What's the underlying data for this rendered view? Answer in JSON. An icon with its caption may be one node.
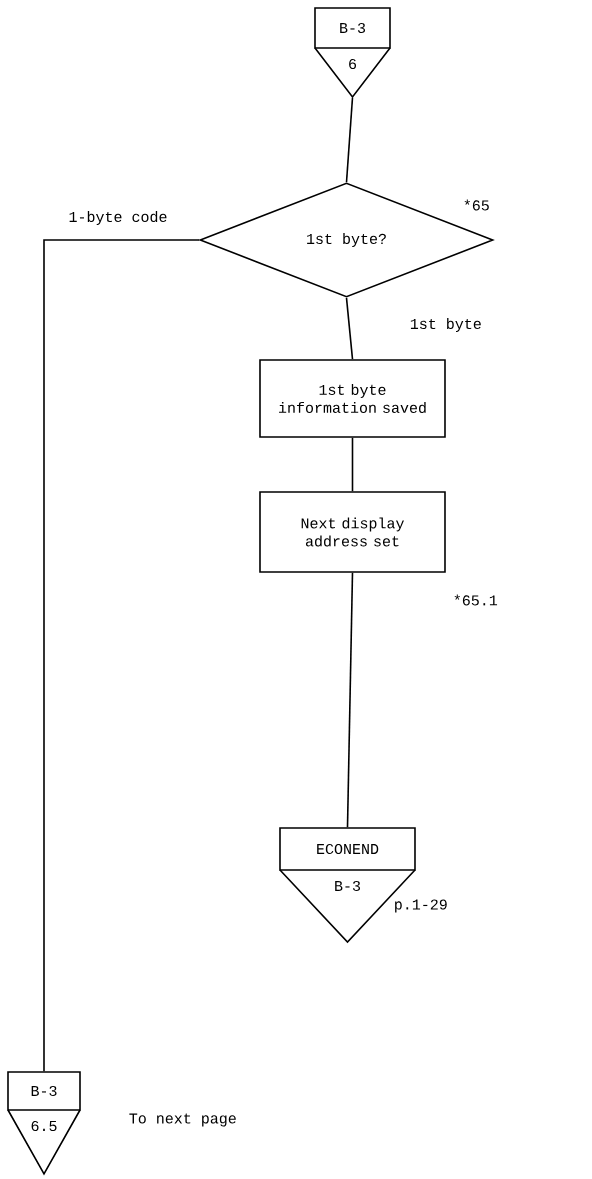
{
  "diagram": {
    "nodes": [
      {
        "text": [
          "B-3",
          "6"
        ]
      },
      {
        "text": [
          "1st byte?"
        ],
        "beside": [
          "*65"
        ]
      },
      {
        "text": [
          "1st byte information saved"
        ]
      },
      {
        "text": [
          "Next display address set"
        ],
        "beside": [
          "*65.1"
        ]
      },
      {
        "text": [
          "ECONEND",
          "B-3"
        ],
        "beside": [
          "p.1-29"
        ]
      },
      {
        "text": [
          "B-3",
          "6.5"
        ],
        "beside": [
          "To next page"
        ]
      }
    ],
    "edges": [
      {
        "from": 0,
        "to": 1,
        "arrow": "none"
      },
      {
        "from": 1,
        "to": 2,
        "arrow": "none",
        "label": "1st byte"
      },
      {
        "from": 2,
        "to": 3,
        "arrow": "none"
      },
      {
        "from": 3,
        "to": 4,
        "arrow": "none"
      },
      {
        "from": 1,
        "to": 5,
        "arrow": "none",
        "label": "1-byte code"
      }
    ]
  }
}
